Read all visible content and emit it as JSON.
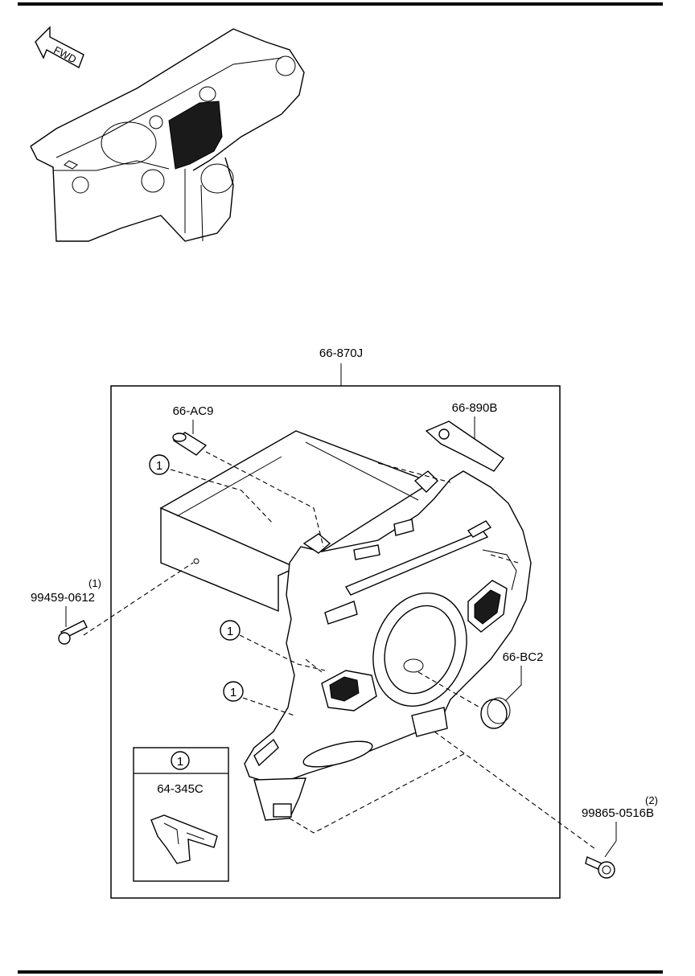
{
  "callouts": {
    "assembly": "66-870J",
    "bracket_left": "66-AC9",
    "bracket_right": "66-890B",
    "screw_left": "99459-0612",
    "screw_left_qty": "(1)",
    "knob": "66-BC2",
    "screw_right": "99865-0516B",
    "screw_right_qty": "(2)",
    "ref_circle_1a": "1",
    "ref_circle_1b": "1",
    "ref_circle_1c": "1"
  },
  "inset_box": {
    "ref_number": "1",
    "part_number": "64-345C"
  },
  "direction_arrow": {
    "label": "FWD"
  }
}
